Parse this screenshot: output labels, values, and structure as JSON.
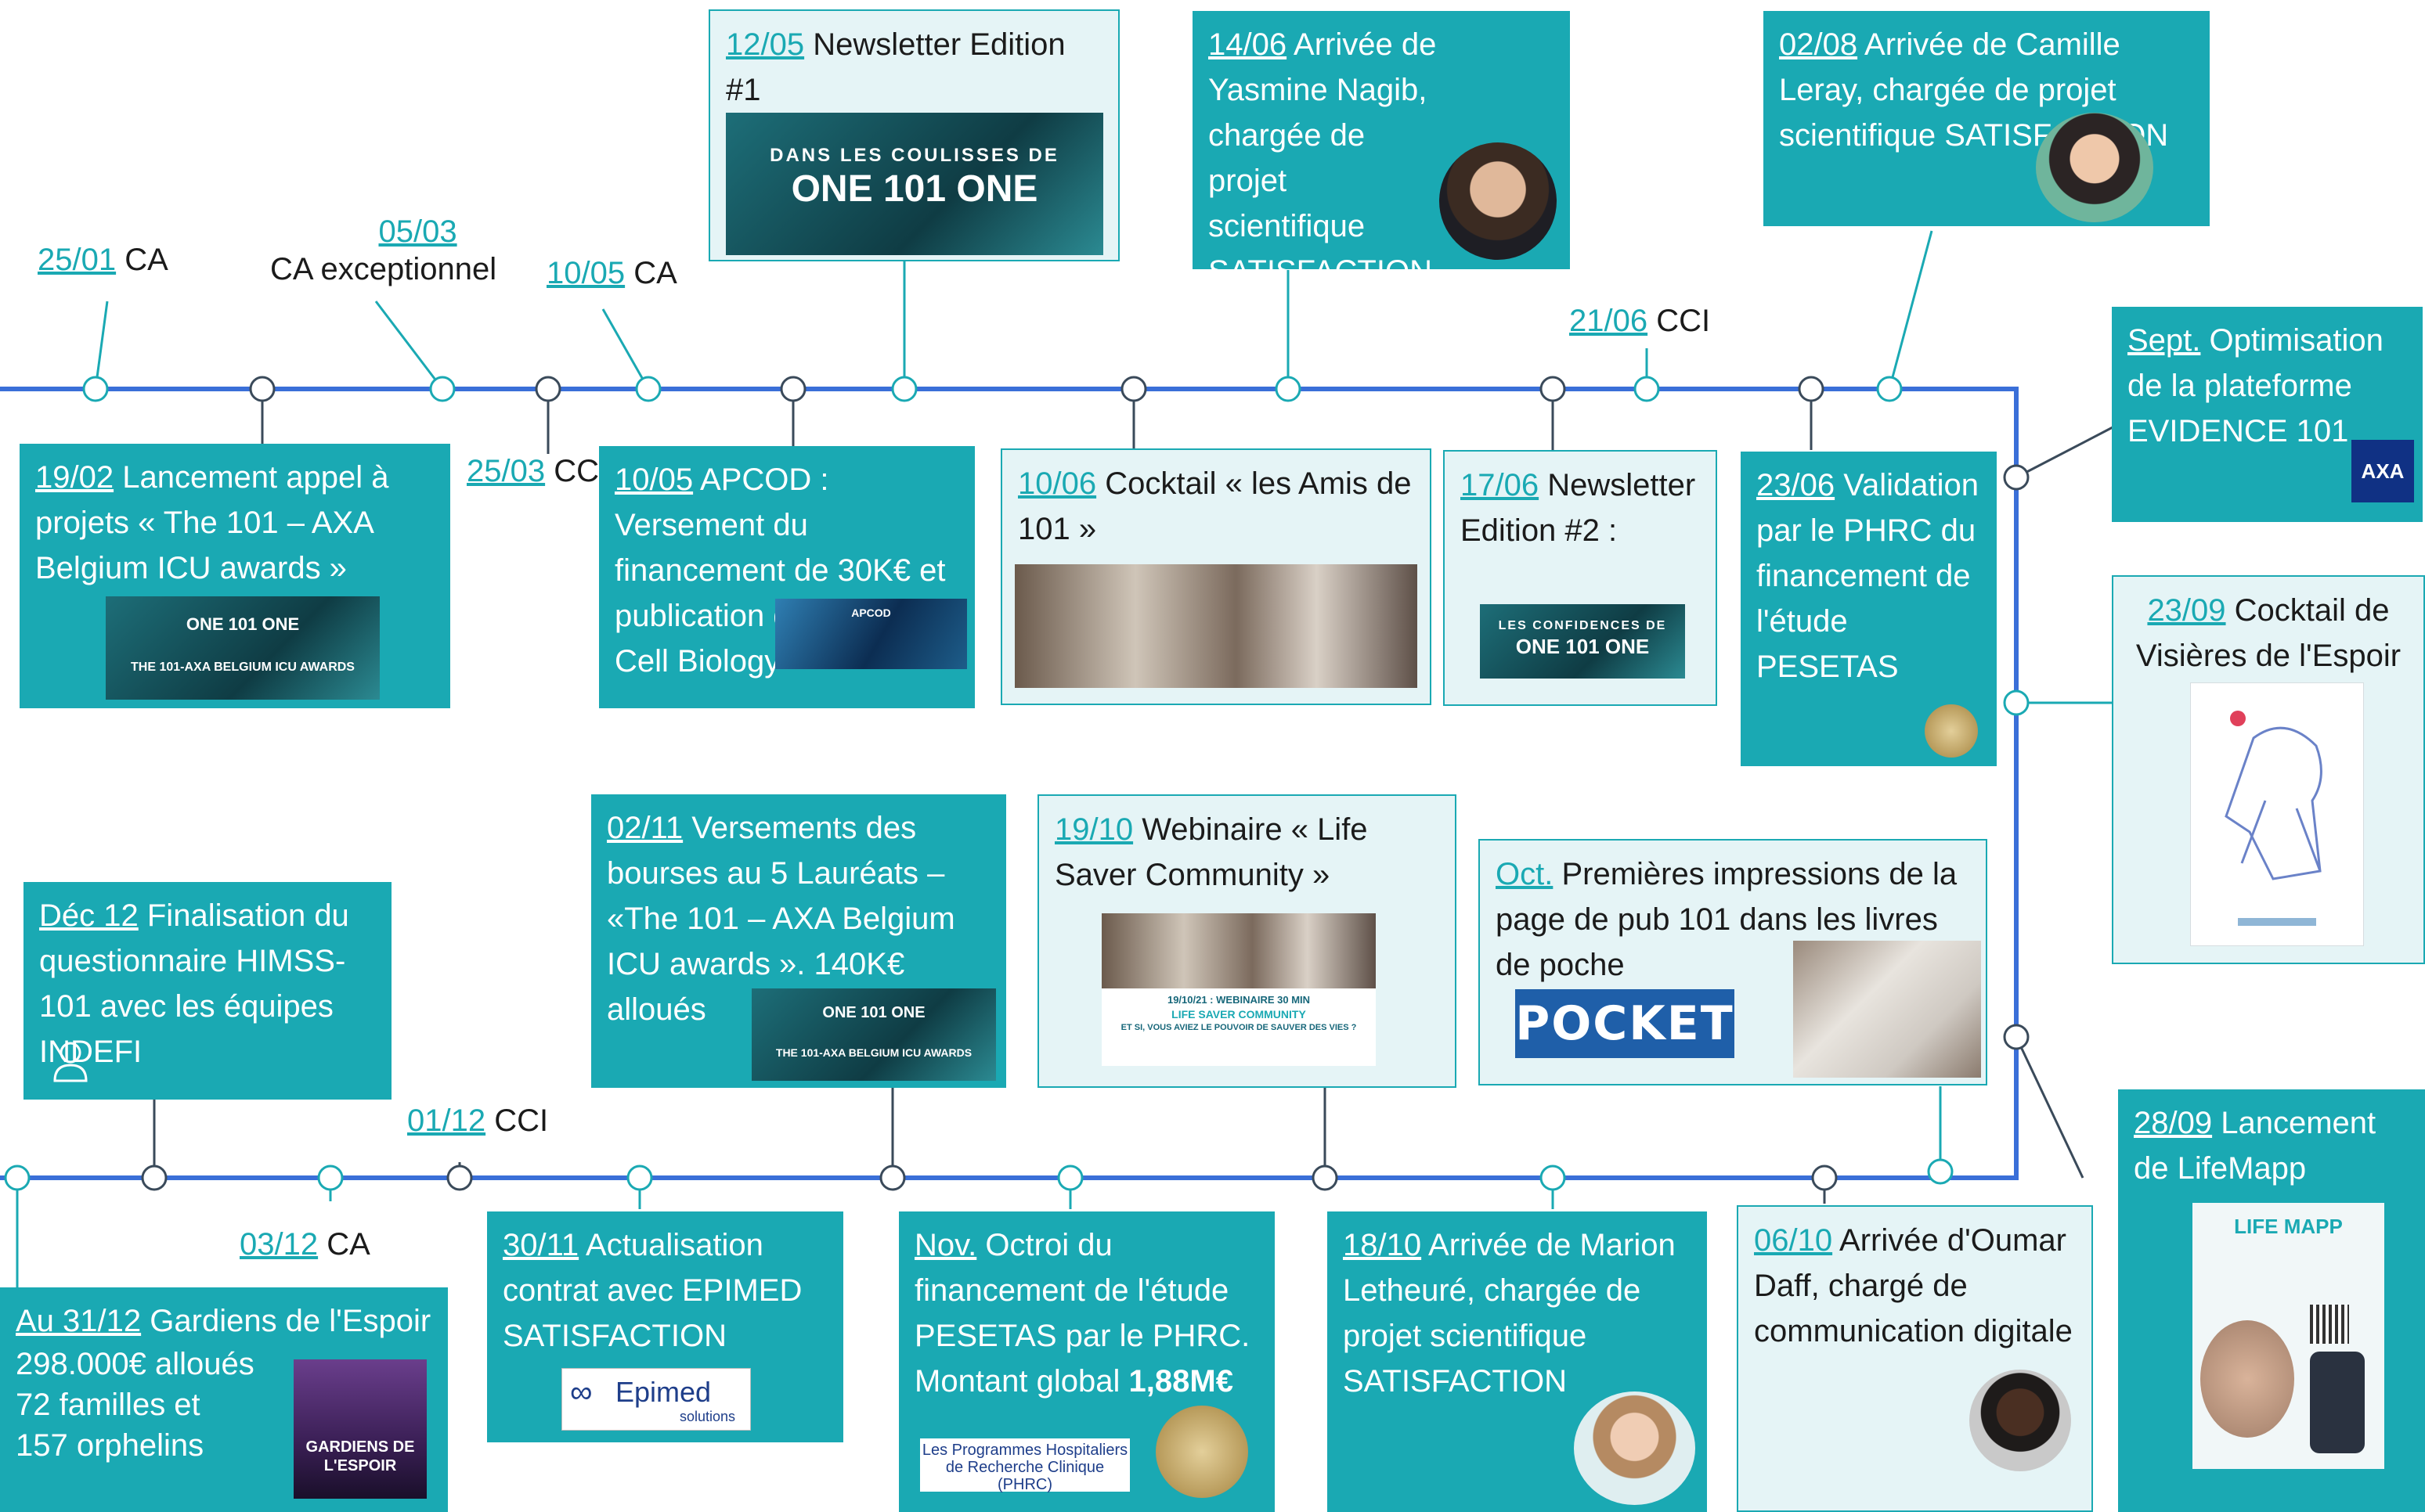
{
  "colors": {
    "accent": "#1aa9b3",
    "timeline": "#3a6fd8",
    "box_fill": "#1aa9b3",
    "box_light": "#e5f4f6"
  },
  "labels": {
    "ca_2501": {
      "date": "25/01",
      "text": "CA"
    },
    "ca_0503": {
      "date": "05/03",
      "text": "CA exceptionnel"
    },
    "ca_1005": {
      "date": "10/05",
      "text": "CA"
    },
    "cci_2503": {
      "date": "25/03",
      "text": "CCI"
    },
    "cci_2106": {
      "date": "21/06",
      "text": "CCI"
    },
    "cci_0112": {
      "date": "01/12",
      "text": "CCI"
    },
    "ca_0312": {
      "date": "03/12",
      "text": "CA"
    }
  },
  "events": {
    "newsletter1": {
      "date": "12/05",
      "text": "Newsletter Edition #1",
      "image_text_1": "DANS LES COULISSES DE",
      "image_text_2": "ONE 101 ONE"
    },
    "yasmine": {
      "date": "14/06",
      "text": "Arrivée de Yasmine Nagib, chargée de projet scientifique SATISFACTION"
    },
    "camille": {
      "date": "02/08",
      "text": "Arrivée de Camille Leray, chargée de projet scientifique SATISFACTION"
    },
    "evidence": {
      "date": "Sept.",
      "text": "Optimisation de la plateforme EVIDENCE 101",
      "logo": "AXA"
    },
    "awards_call": {
      "date": "19/02",
      "text": "Lancement appel à projets « The 101 – AXA Belgium ICU awards »",
      "image_text_1": "ONE 101 ONE",
      "image_text_2": "THE 101-AXA BELGIUM ICU AWARDS"
    },
    "apcod": {
      "date": "10/05",
      "text": "APCOD : Versement du financement de 30K€ et publication dans le Nat Cell Biology",
      "image_text": "APCOD"
    },
    "cocktail_amis": {
      "date": "10/06",
      "text": "Cocktail « les Amis de 101 »"
    },
    "newsletter2": {
      "date": "17/06",
      "text": "Newsletter Edition #2 :",
      "image_text_1": "LES CONFIDENCES DE",
      "image_text_2": "ONE 101 ONE"
    },
    "pesetas_validation": {
      "date": "23/06",
      "text": "Validation par le PHRC du financement de l'étude PESETAS"
    },
    "visieres": {
      "date": "23/09",
      "text": "Cocktail de Visières de l'Espoir"
    },
    "himss": {
      "date": "Déc 12",
      "text": "Finalisation du questionnaire HIMSS-101 avec les équipes INDEFI"
    },
    "bourses": {
      "date": "02/11",
      "text": "Versements des bourses au 5 Lauréats – «The 101 – AXA Belgium ICU awards ». 140K€ alloués",
      "image_text_1": "ONE 101 ONE",
      "image_text_2": "THE 101-AXA BELGIUM ICU AWARDS"
    },
    "webinaire": {
      "date": "19/10",
      "text": "Webinaire « Life Saver Community »",
      "image_text_1": "19/10/21 : WEBINAIRE 30 MIN",
      "image_text_2": "LIFE SAVER COMMUNITY",
      "image_text_3": "ET SI, VOUS AVIEZ LE POUVOIR DE SAUVER DES VIES ?"
    },
    "pocket": {
      "date": "Oct.",
      "text": "Premières impressions de la page de pub 101 dans les livres de poche",
      "logo": "POCKET"
    },
    "lifemapp": {
      "date": "28/09",
      "text": "Lancement de LifeMapp",
      "image_text": "LIFE MAPP"
    },
    "gardiens": {
      "date": "Au 31/12",
      "line1": "Gardiens de l'Espoir",
      "line2": "298.000€ alloués",
      "line3": "72 familles et",
      "line4": "157 orphelins",
      "image_text": "GARDIENS DE L'ESPOIR"
    },
    "epimed": {
      "date": "30/11",
      "text": "Actualisation contrat avec EPIMED SATISFACTION",
      "logo_main": "Epimed",
      "logo_sub": "solutions"
    },
    "octroi": {
      "date": "Nov.",
      "text": "Octroi du financement de l'étude PESETAS par le PHRC. Montant global ",
      "amount": "1,88M€",
      "phrc_line1": "Les Programmes Hospitaliers",
      "phrc_line2": "de Recherche Clinique",
      "phrc_line3": "(PHRC)"
    },
    "marion": {
      "date": "18/10",
      "text": "Arrivée de Marion Letheuré, chargée de projet scientifique SATISFACTION"
    },
    "oumar": {
      "date": "06/10",
      "text": "Arrivée d'Oumar Daff, chargé de communication digitale"
    }
  }
}
